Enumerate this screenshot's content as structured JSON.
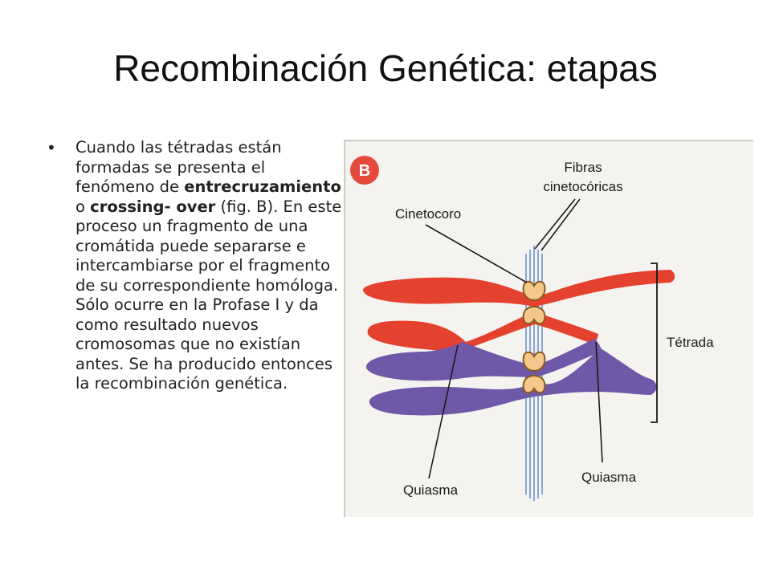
{
  "slide": {
    "title": "Recombinación Genética: etapas",
    "body": {
      "t1": "Cuando las tétradas están formadas se presenta el fenómeno de ",
      "t2": "entrecruzamiento",
      "t3": " o ",
      "t4": "crossing- over",
      "t5": " (fig. B). En este proceso un fragmento de una cromátida puede separarse e intercambiarse por el fragmento de su correspondiente homóloga. Sólo ocurre en la Profase I y da como resultado nuevos cromosomas que no existían antes. Se ha producido entonces la recombinación genética."
    }
  },
  "figure": {
    "badge": "B",
    "labels": {
      "fibras_line1": "Fibras",
      "fibras_line2": "cinetocóricas",
      "cinetocoro": "Cinetocoro",
      "tetrada": "Tétrada",
      "quiasma_left": "Quiasma",
      "quiasma_right": "Quiasma"
    },
    "colors": {
      "chromatid_red": "#e4412f",
      "chromatid_purple": "#6f58a8",
      "centromere": "#f4c88a",
      "badge": "#e34a3b",
      "background": "#f5f3ef"
    }
  }
}
